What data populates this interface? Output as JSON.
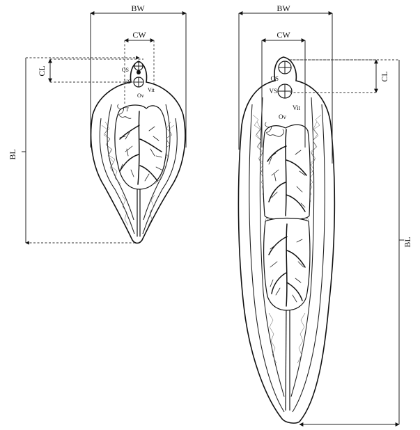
{
  "figure": {
    "small_specimen": {
      "dimension_labels": {
        "body_width": "BW",
        "cone_width": "CW",
        "cone_length": "CL",
        "body_length": "BL"
      },
      "organ_labels": {
        "oral_sucker": "OS",
        "ventral_sucker": "VS",
        "ovary": "Ov",
        "vitellaria": "Vit",
        "testis": "T"
      }
    },
    "large_specimen": {
      "dimension_labels": {
        "body_width": "BW",
        "cone_width": "CW",
        "cone_length": "CL",
        "body_length": "BL"
      },
      "organ_labels": {
        "oral_sucker": "OS",
        "ventral_sucker": "VS",
        "ovary": "Ov",
        "vitellaria": "Vit"
      }
    }
  }
}
